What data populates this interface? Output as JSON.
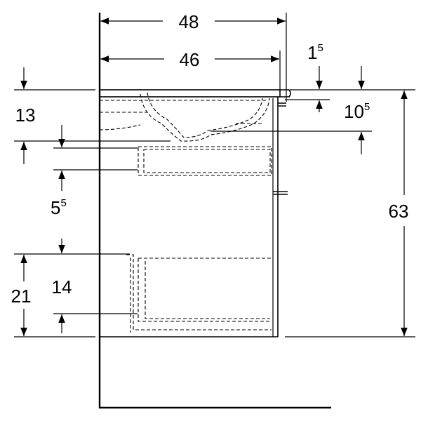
{
  "dimensions": {
    "total_width": "48",
    "cabinet_width": "46",
    "top_thickness": {
      "base": "1",
      "sup": "5"
    },
    "basin_depth": {
      "base": "10",
      "sup": "5"
    },
    "total_height": "63",
    "upper_offset": "13",
    "upper_drawer_height": {
      "base": "5",
      "sup": "5"
    },
    "lower_height": "21",
    "lower_drawer_height": "14"
  }
}
